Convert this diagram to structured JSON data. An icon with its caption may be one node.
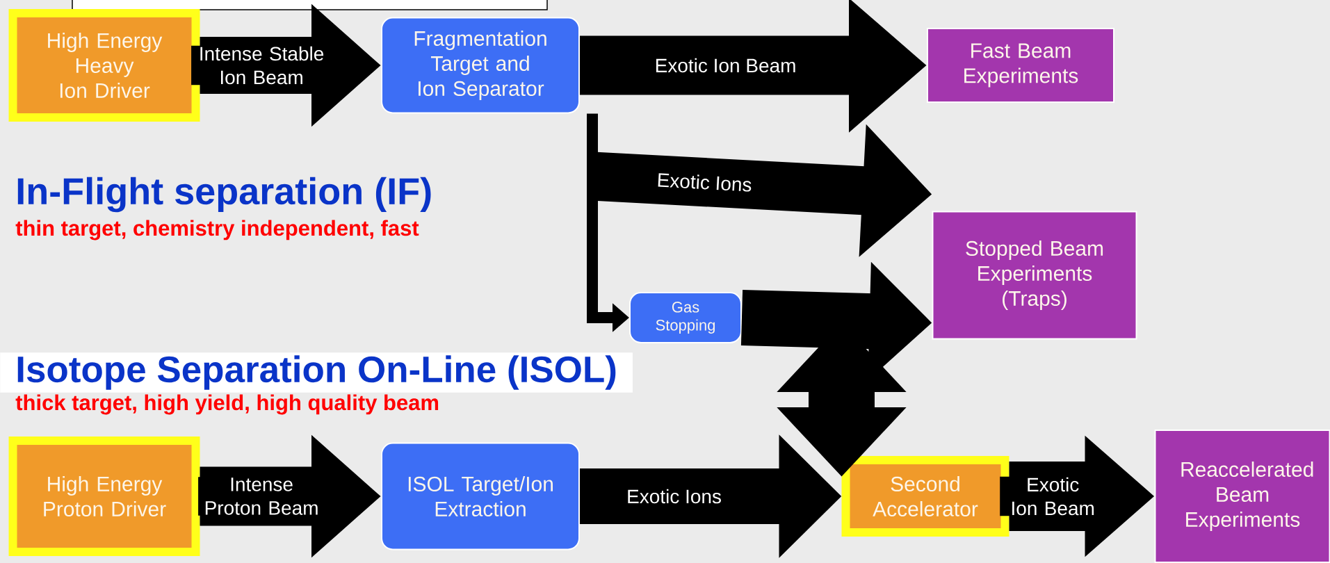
{
  "diagram": {
    "nodes": [
      {
        "text": [
          "High Energy Heavy Ion Driver"
        ]
      },
      {
        "text": [
          "Fragmentation Target and Ion Separator"
        ]
      },
      {
        "text": [
          "Fast Beam Experiments"
        ]
      },
      {
        "text": [
          "Stopped Beam Experiments (Traps)"
        ]
      },
      {
        "text": [
          "Gas Stopping"
        ]
      },
      {
        "text": [
          "High Energy Proton Driver"
        ]
      },
      {
        "text": [
          "ISOL Target/Ion Extraction"
        ]
      },
      {
        "text": [
          "Second Accelerator"
        ]
      },
      {
        "text": [
          "Reaccelerated Beam Experiments"
        ]
      }
    ],
    "edges": [
      {
        "from": 0,
        "to": 1,
        "arrow": "to",
        "label": "Intense Stable Ion Beam"
      },
      {
        "from": 1,
        "to": 2,
        "arrow": "to",
        "label": "Exotic Ion Beam"
      },
      {
        "from": 1,
        "to": 3,
        "arrow": "to",
        "label": "Exotic Ions"
      },
      {
        "from": 1,
        "to": 4,
        "arrow": "to"
      },
      {
        "from": 4,
        "to": 3,
        "arrow": "to"
      },
      {
        "from": null,
        "to": 7,
        "arrow": "both"
      },
      {
        "from": 5,
        "to": 6,
        "arrow": "to",
        "label": "Intense Proton Beam"
      },
      {
        "from": 6,
        "to": 7,
        "arrow": "to",
        "label": "Exotic Ions"
      },
      {
        "from": 7,
        "to": 8,
        "arrow": "to",
        "label": "Exotic Ion Beam"
      }
    ],
    "labels": [
      "In-Flight separation  (IF)",
      "thin target, chemistry independent, fast",
      "Isotope Separation On-Line (ISOL)",
      "thick target, high yield, high quality beam"
    ]
  }
}
